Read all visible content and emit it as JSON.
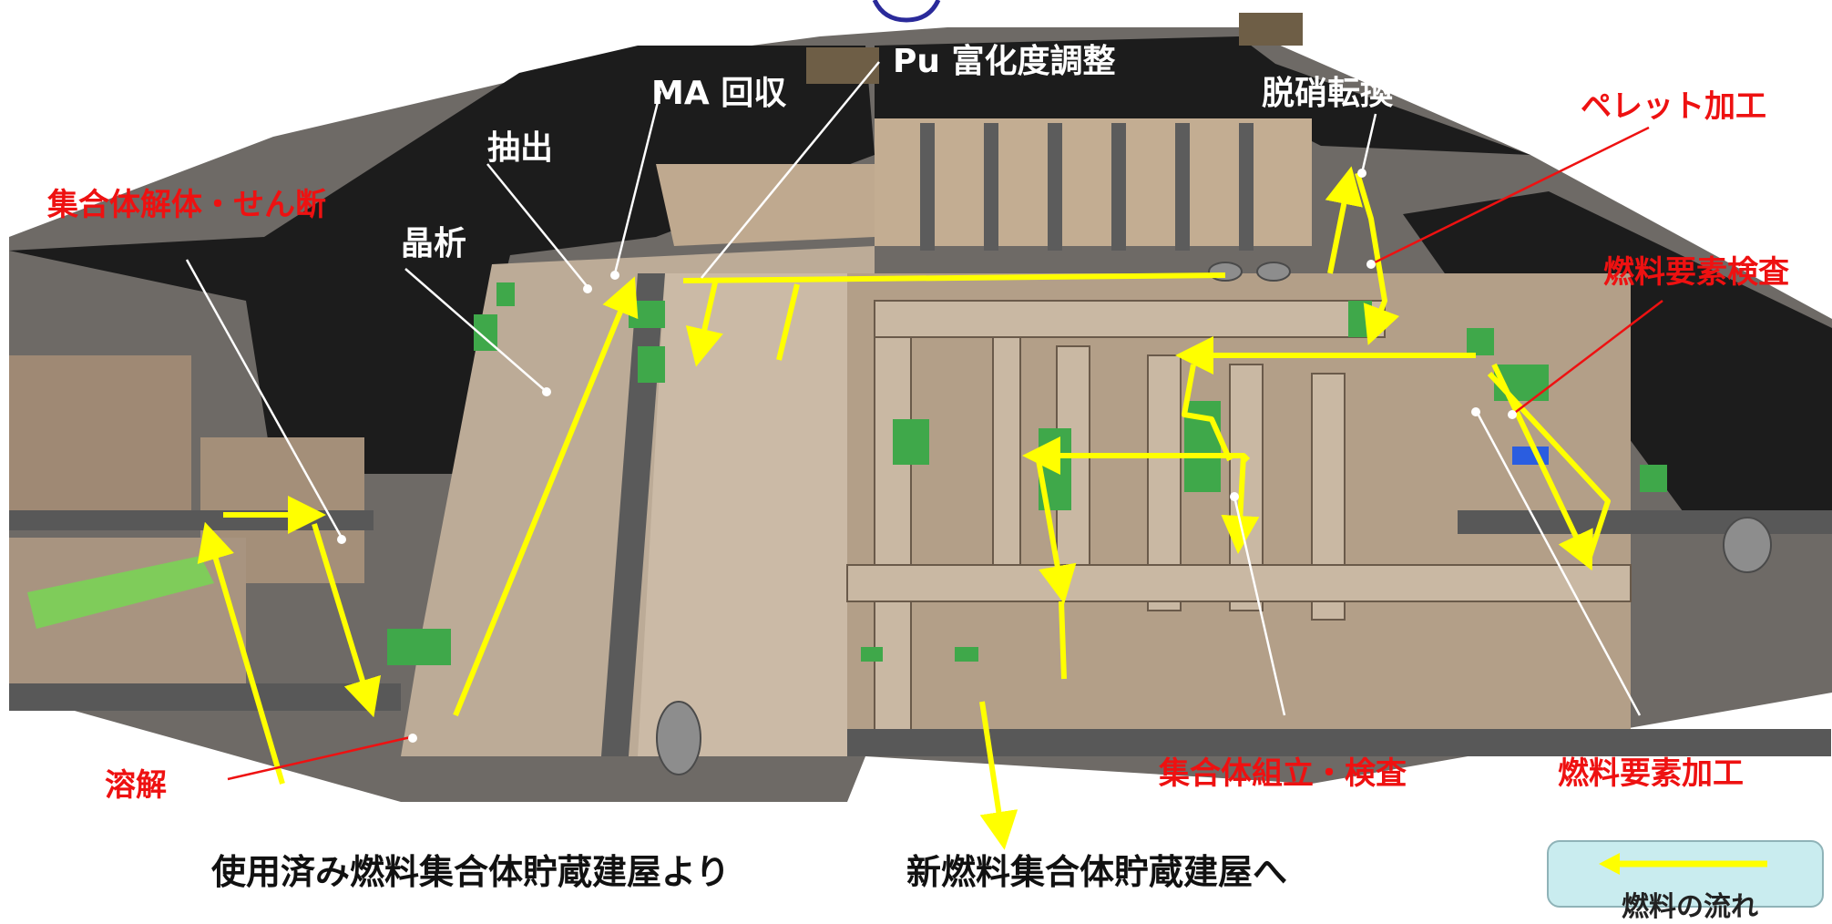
{
  "labels": {
    "pu": "Pu 富化度調整",
    "ma": "MA 回収",
    "extract": "抽出",
    "crystal": "晶析",
    "disassembly": "集合体解体・せん断",
    "denitration": "脱硝転換",
    "pellet": "ペレット加工",
    "elem_inspect": "燃料要素検査",
    "dissolve": "溶解",
    "assy_inspect": "集合体組立・検査",
    "elem_fab": "燃料要素加工",
    "from_storage": "使用済み燃料集合体貯蔵建屋より",
    "to_storage": "新燃料集合体貯蔵建屋へ"
  },
  "legend": {
    "text": "燃料の流れ"
  },
  "colors": {
    "flow": "#ffff00",
    "wall": "#575757",
    "floor": "#c7b49c",
    "roof": "#1c1c1c",
    "red_label": "#ee1111"
  }
}
